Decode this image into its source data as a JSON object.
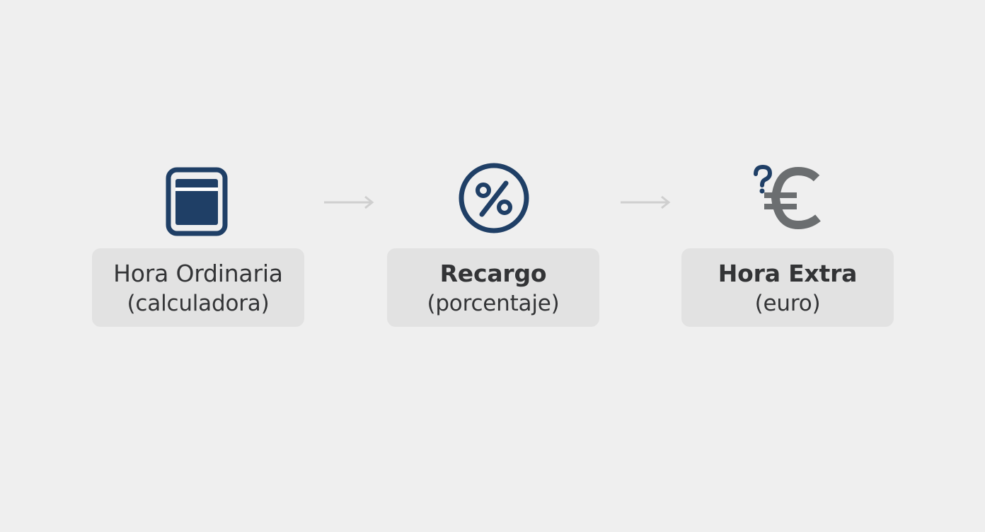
{
  "steps": [
    {
      "title": "Hora Ordinaria",
      "subtitle": "(calculadora)",
      "icon": "calculator-icon"
    },
    {
      "title": "Recargo",
      "subtitle": "(porcentaje)",
      "icon": "percent-icon"
    },
    {
      "title": "Hora Extra",
      "subtitle": "(euro)",
      "icon": "euro-question-icon"
    }
  ],
  "connectors": [
    "arrow-right-icon",
    "arrow-right-icon"
  ],
  "colors": {
    "background": "#efefef",
    "box": "#e2e2e2",
    "text": "#333436",
    "icon_navy": "#1f3f66",
    "icon_gray": "#6b6e70",
    "arrow": "#cfcfcf"
  }
}
